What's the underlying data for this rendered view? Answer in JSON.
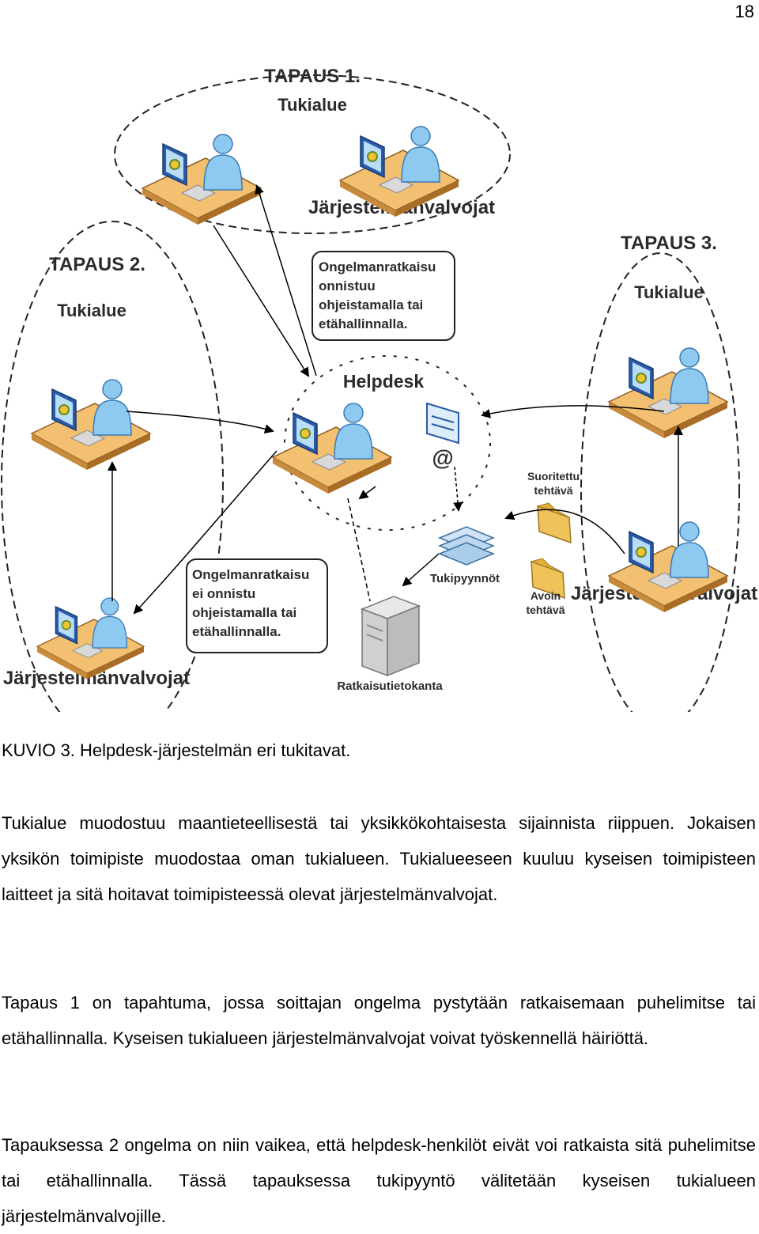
{
  "page": {
    "number": "18"
  },
  "figure": {
    "case1_title": "TAPAUS 1.",
    "case1_subtitle": "Tukialue",
    "case1_admins": "Järjestelmänvalvojat",
    "case2_title": "TAPAUS 2.",
    "case2_subtitle": "Tukialue",
    "case2_admins": "Järjestelmänvalvojat",
    "case3_title": "TAPAUS 3.",
    "case3_subtitle": "Tukialue",
    "case3_admins": "Järjestelmänvalvojat",
    "helpdesk": "Helpdesk",
    "note_success": [
      "Ongelmanratkaisu",
      "onnistuu",
      "ohjeistamalla tai",
      "etähallinnalla."
    ],
    "note_fail": [
      "Ongelmanratkaisu",
      "ei onnistu",
      "ohjeistamalla tai",
      "etähallinnalla."
    ],
    "done_task": [
      "Suoritettu",
      "tehtävä"
    ],
    "open_task": [
      "Avoin",
      "tehtävä"
    ],
    "support_requests": "Tukipyynnöt",
    "solution_db": "Ratkaisutietokanta",
    "email_symbol": "@",
    "icons": [
      "workstation-icon",
      "monitor-icon",
      "person-icon",
      "envelope-icon",
      "document-stack-icon",
      "folder-icon",
      "server-icon"
    ]
  },
  "caption": "KUVIO 3. Helpdesk-järjestelmän eri tukitavat.",
  "paragraphs": [
    "Tukialue muodostuu maantieteellisestä tai yksikkökohtaisesta sijainnista riippuen. Jokaisen yksikön toimipiste muodostaa oman tukialueen. Tukialueeseen kuuluu kyseisen toimipisteen laitteet ja sitä hoitavat toimipisteessä olevat järjestelmänvalvojat.",
    "Tapaus 1 on tapahtuma, jossa soittajan ongelma pystytään ratkaisemaan puhelimitse tai etähallinnalla. Kyseisen tukialueen järjestelmänvalvojat voivat työskennellä häiriöttä.",
    "Tapauksessa 2 ongelma on niin vaikea, että helpdesk-henkilöt eivät voi ratkaista sitä puhelimitse tai etähallinnalla. Tässä tapauksessa tukipyyntö välitetään kyseisen tukialueen järjestelmänvalvojille."
  ]
}
